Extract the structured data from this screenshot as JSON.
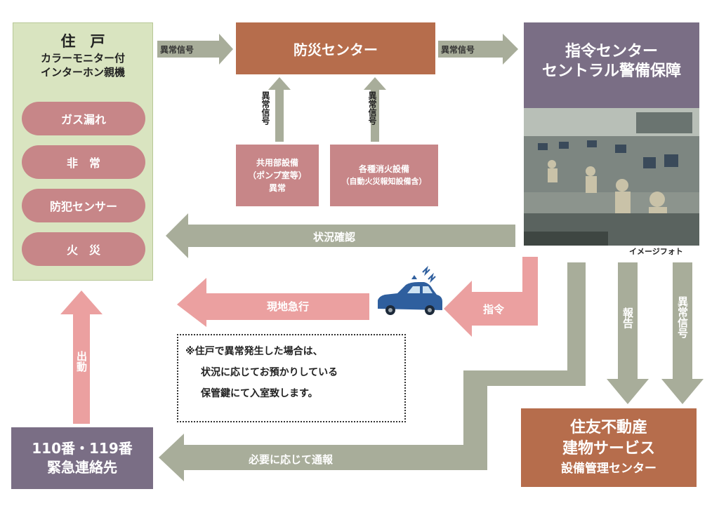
{
  "residence": {
    "title": "住　戸",
    "subtitle_line1": "カラーモニター付",
    "subtitle_line2": "インターホン親機",
    "items": [
      "ガス漏れ",
      "非　常",
      "防犯センサー",
      "火　災"
    ]
  },
  "bosai_center": {
    "label": "防災センター"
  },
  "command_center": {
    "line1": "指令センター",
    "line2": "セントラル警備保障",
    "photo_caption": "イメージフォト"
  },
  "equipment": {
    "common": [
      "共用部設備",
      "（ポンプ室等）",
      "異常"
    ],
    "fire": [
      "各種消火設備",
      "（自動火災報知設備含）"
    ]
  },
  "arrows": {
    "abnormal_signal": "異常信号",
    "abnormal_signal_v": "異常信号",
    "status_check": "状況確認",
    "rush_to_site": "現地急行",
    "order": "指令",
    "report": "報告",
    "dispatch": "出動",
    "notify_if_needed": "必要に応じて通報"
  },
  "note": {
    "line1": "※住戸で異常発生した場合は、",
    "line2": "状況に応じてお預かりしている",
    "line3": "保管鍵にて入室致します。"
  },
  "emergency": {
    "line1": "110番・119番",
    "line2": "緊急連絡先"
  },
  "sumitomo": {
    "line1": "住友不動産",
    "line2": "建物サービス",
    "line3": "設備管理センター"
  },
  "colors": {
    "gray_arrow": "#a8ad9a",
    "pink_arrow": "#eba0a0",
    "brown_box": "#b66d4c",
    "purple_box": "#7a6e85",
    "pink_box": "#c78688",
    "green_panel": "#d9e4c0",
    "car": "#2f5f9e"
  }
}
